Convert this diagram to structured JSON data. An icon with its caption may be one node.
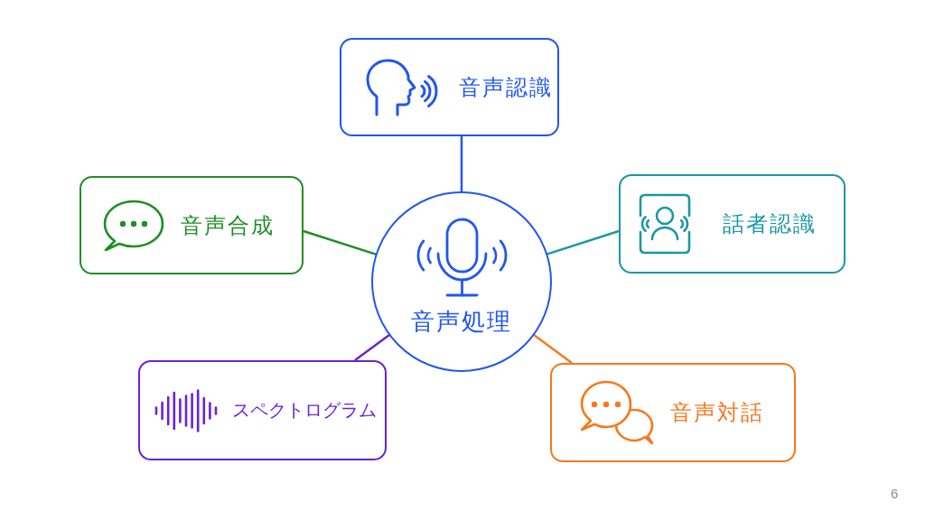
{
  "diagram": {
    "nodes": [
      {
        "text": [
          "音声認識"
        ]
      },
      {
        "text": [
          "音声合成"
        ]
      },
      {
        "text": [
          "音声処理"
        ]
      },
      {
        "text": [
          "話者認識"
        ]
      },
      {
        "text": [
          "スペクトログラム"
        ]
      },
      {
        "text": [
          "音声対話"
        ]
      }
    ],
    "edges": [
      {
        "from": 2,
        "to": 0,
        "arrow": "none",
        "color": "#2256f2"
      },
      {
        "from": 2,
        "to": 1,
        "arrow": "none",
        "color": "#1f8f24"
      },
      {
        "from": 2,
        "to": 3,
        "arrow": "none",
        "color": "#1b97a6"
      },
      {
        "from": 2,
        "to": 4,
        "arrow": "none",
        "color": "#6a22d6"
      },
      {
        "from": 2,
        "to": 5,
        "arrow": "none",
        "color": "#f7781f"
      }
    ],
    "labels": [
      "6"
    ]
  }
}
